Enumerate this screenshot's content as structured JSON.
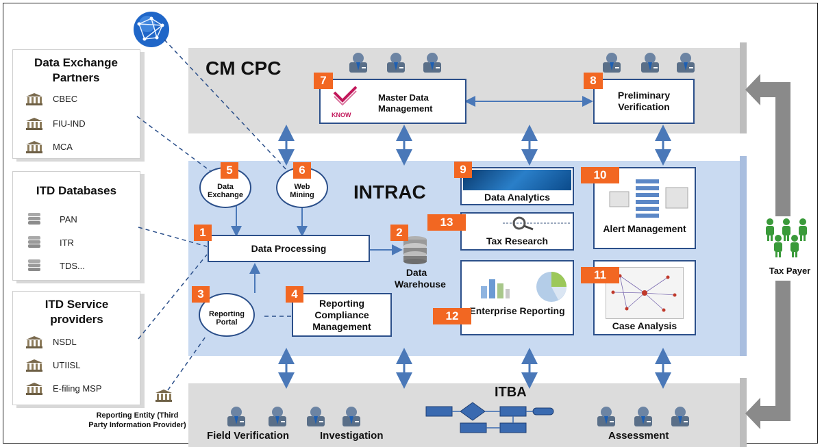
{
  "cm_cpc": {
    "title": "CM CPC"
  },
  "intrac": {
    "title": "INTRAC"
  },
  "itba": {
    "title": "ITBA"
  },
  "partners": {
    "title": "Data Exchange Partners",
    "items": [
      "CBEC",
      "FIU-IND",
      "MCA"
    ]
  },
  "databases": {
    "title": "ITD Databases",
    "items": [
      "PAN",
      "ITR",
      "TDS..."
    ]
  },
  "providers": {
    "title": "ITD Service providers",
    "items": [
      "NSDL",
      "UTIISL",
      "E-filing MSP"
    ]
  },
  "reporting_entity": {
    "label": "Reporting Entity (Third Party Information Provider)"
  },
  "modules": {
    "m1": {
      "num": "1",
      "label": "Data  Processing"
    },
    "m2": {
      "num": "2",
      "label": "Data Warehouse"
    },
    "m3": {
      "num": "3",
      "label": "Reporting Portal"
    },
    "m4": {
      "num": "4",
      "label": "Reporting Compliance Management"
    },
    "m5": {
      "num": "5",
      "label": "Data Exchange"
    },
    "m6": {
      "num": "6",
      "label": "Web Mining"
    },
    "m7": {
      "num": "7",
      "label": "Master Data Management",
      "logo": "KNOW"
    },
    "m8": {
      "num": "8",
      "label": "Preliminary Verification"
    },
    "m9": {
      "num": "9",
      "label": "Data Analytics"
    },
    "m10": {
      "num": "10",
      "label": "Alert Management"
    },
    "m11": {
      "num": "11",
      "label": "Case Analysis"
    },
    "m12": {
      "num": "12",
      "label": "Enterprise Reporting"
    },
    "m13": {
      "num": "13",
      "label": "Tax Research"
    }
  },
  "itba_labels": {
    "field_verification": "Field Verification",
    "investigation": "Investigation",
    "assessment": "Assessment"
  },
  "tax_payer": {
    "label": "Tax Payer"
  },
  "colors": {
    "accent": "#f26722",
    "border": "#2b4f8a",
    "arrow": "#4a78b8",
    "grey_arrow": "#8a8a8a"
  },
  "icons": [
    "globe-icon",
    "building-icon",
    "database-icon",
    "user-icon",
    "people-icon"
  ]
}
